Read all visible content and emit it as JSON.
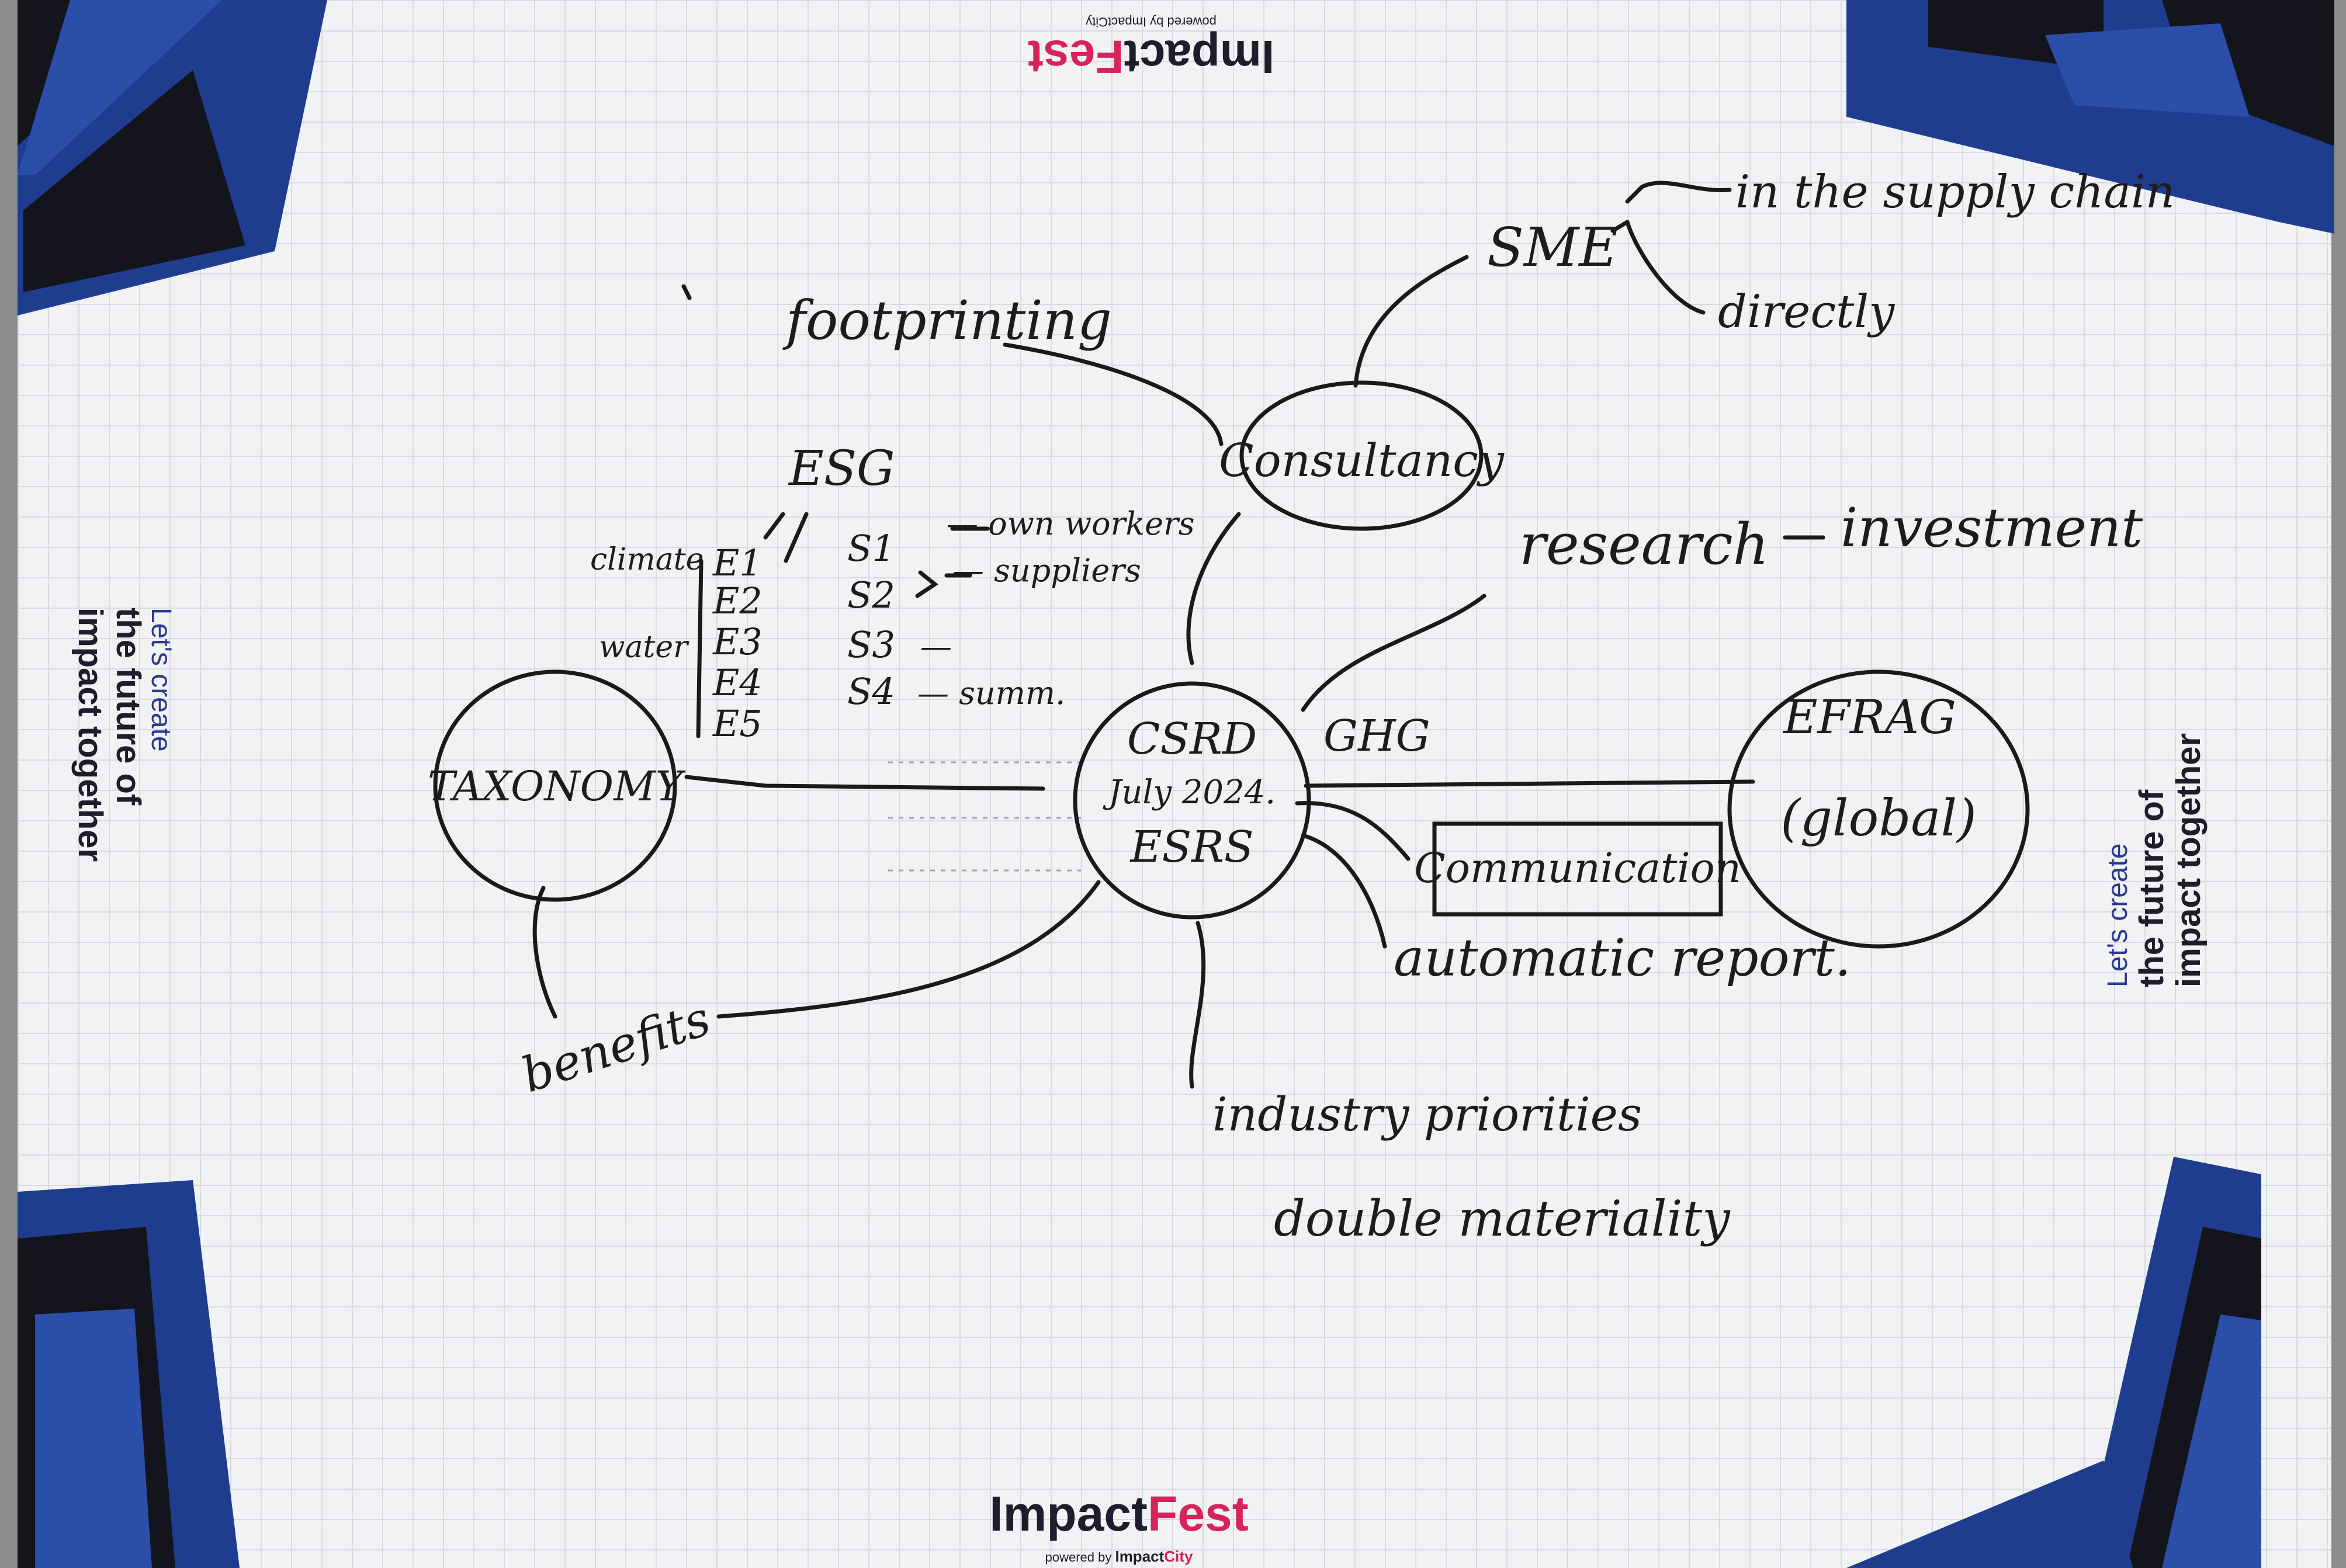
{
  "poster": {
    "brand_top": {
      "impact": "Impact",
      "fest": "Fest",
      "powered": "powered by ImpactCity"
    },
    "brand_bottom": {
      "impact": "Impact",
      "fest": "Fest",
      "powered_by": "powered by",
      "city_impact": "Impact",
      "city_city": "City"
    },
    "side_left": {
      "lets_create": "Let's create",
      "line1": "the future of",
      "line2": "impact together"
    },
    "side_right": {
      "lets_create": "Let's create",
      "line1": "the future of",
      "line2": "impact together"
    },
    "colors": {
      "brand_pink": "#d6245a",
      "brand_dark": "#1d1d2b",
      "stripe_blue": "#1f3d8f",
      "stripe_dark": "#14141c",
      "paper": "#f1f2f4",
      "ink": "#1c1c1c"
    }
  },
  "mindmap": {
    "center": {
      "line1": "CSRD",
      "line2": "July 2024.",
      "line3": "ESRS"
    },
    "taxonomy": "TAXONOMY",
    "efrag": {
      "line1": "EFRAG",
      "line2": "(global)"
    },
    "consultancy": "Consultancy",
    "communication": "Communication",
    "footprinting": "footprinting",
    "esg": "ESG",
    "sme": "SME",
    "sme_branch1": "in the supply chain",
    "sme_branch2": "directly",
    "research": "research",
    "investment": "investment",
    "ghg": "GHG",
    "automatic_report": "automatic report.",
    "industry_priorities": "industry priorities",
    "double_materiality": "double materiality",
    "benefits": "benefits",
    "env_labels": {
      "climate": "climate",
      "water": "water"
    },
    "e_codes": [
      "E1",
      "E2",
      "E3",
      "E4",
      "E5"
    ],
    "s_codes": [
      "S1",
      "S2",
      "S3",
      "S4"
    ],
    "s_notes": {
      "own_workers": "— own workers",
      "suppliers": "— suppliers",
      "s3": "—",
      "s4": "— summ."
    }
  }
}
